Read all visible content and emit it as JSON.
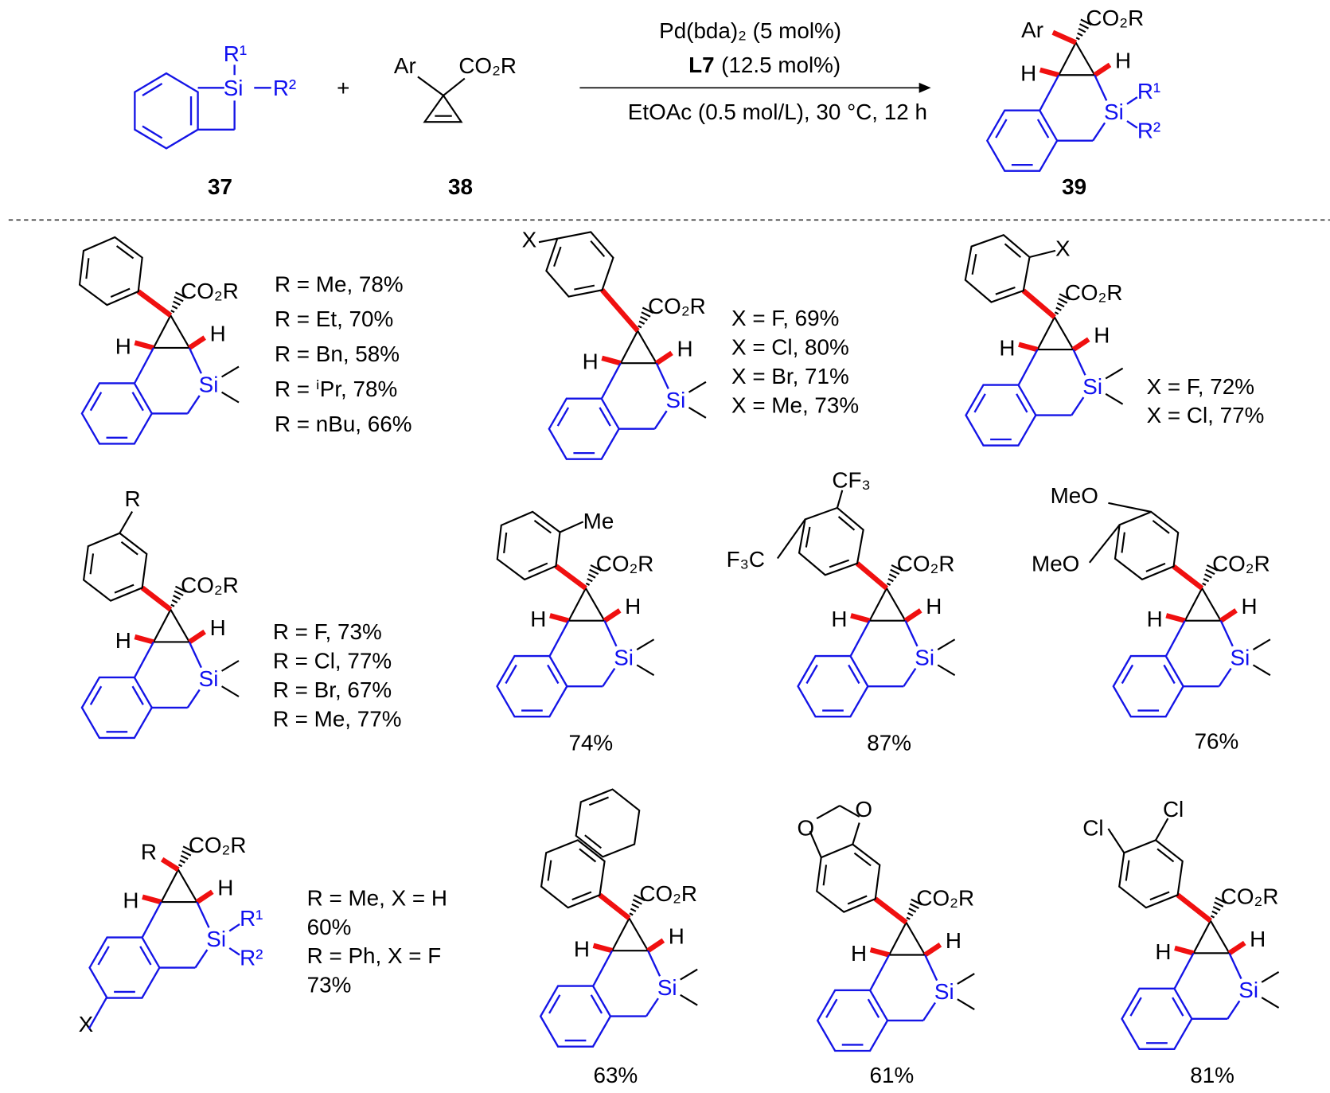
{
  "labels": {
    "co2r": "CO₂R",
    "h": "H",
    "si": "Si",
    "me": "Me",
    "ar": "Ar",
    "plus": "+",
    "r1": "R¹",
    "r2": "R²"
  },
  "reaction": {
    "reactant1": "37",
    "reactant2": "38",
    "product": "39",
    "catalyst": "Pd(bda)₂ (5 mol%)",
    "ligand_name": "L7",
    "ligand_loading": "(12.5 mol%)",
    "conditions": "EtOAc (0.5 mol/L), 30 °C, 12 h"
  },
  "substrates": [
    {
      "results": [
        "R = Me, 78%",
        "R = Et, 70%",
        "R = Bn, 58%",
        "R = ⁱPr, 78%",
        "R = nBu, 66%"
      ]
    },
    {
      "substituent": "X",
      "results": [
        "X = F, 69%",
        "X = Cl, 80%",
        "X = Br, 71%",
        "X = Me, 73%"
      ]
    },
    {
      "substituent": "X",
      "results": [
        "X = F, 72%",
        "X = Cl, 77%"
      ]
    },
    {
      "substituent": "R",
      "results": [
        "R = F, 73%",
        "R = Cl, 77%",
        "R = Br, 67%",
        "R = Me, 77%"
      ]
    },
    {
      "substituent": "Me",
      "yield": "74%"
    },
    {
      "substituents": [
        "CF₃",
        "F₃C"
      ],
      "yield": "87%"
    },
    {
      "substituents": [
        "MeO",
        "MeO"
      ],
      "yield": "76%"
    },
    {
      "substituents": [
        "R",
        "X"
      ],
      "results": [
        "R = Me, X = H",
        "60%",
        "R = Ph, X = F",
        "73%"
      ]
    },
    {
      "yield": "63%"
    },
    {
      "substituents": [
        "O",
        "O"
      ],
      "yield": "61%"
    },
    {
      "substituents": [
        "Cl",
        "Cl"
      ],
      "yield": "81%"
    }
  ]
}
